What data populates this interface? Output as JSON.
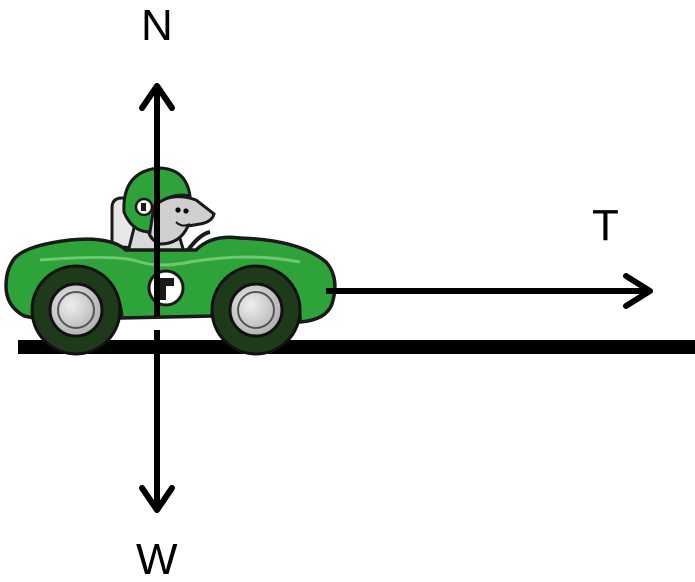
{
  "diagram": {
    "forces": {
      "normal": {
        "label": "N",
        "direction": "up"
      },
      "weight": {
        "label": "W",
        "direction": "down"
      },
      "thrust": {
        "label": "T",
        "direction": "right"
      }
    },
    "car": {
      "body_color": "#2ea33a",
      "helmet_color": "#2ea33a",
      "wheel_color": "#1f3a1a"
    },
    "colors": {
      "arrows": "#000000",
      "ground": "#000000"
    }
  }
}
